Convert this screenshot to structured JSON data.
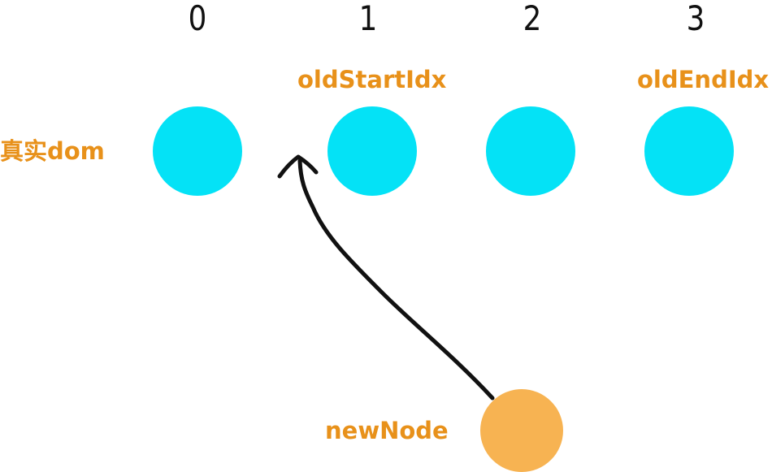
{
  "indices": [
    "0",
    "1",
    "2",
    "3"
  ],
  "labels": {
    "old_start": "oldStartIdx",
    "old_end": "oldEndIdx",
    "real_dom": "真实dom",
    "new_node": "newNode"
  },
  "colors": {
    "dom_node": "#04e2f6",
    "new_node": "#f7b352",
    "label_text": "#e8911a",
    "arrow": "#111111"
  }
}
